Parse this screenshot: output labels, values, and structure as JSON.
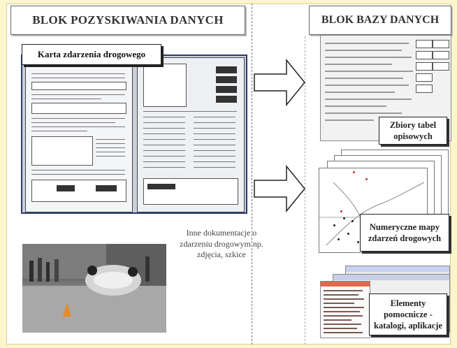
{
  "left_block": {
    "title": "BLOK POZYSKIWANIA DANYCH",
    "card_label": "Karta zdarzenia drogowego",
    "other_docs_text": "Inne dokumentacje o zdarzeniu drogowym np. zdjęcia, szkice"
  },
  "right_block": {
    "title": "BLOK BAZY DANYCH",
    "tables_label": "Zbiory tabel opisowych",
    "maps_label": "Numeryczne mapy zdarzeń drogowych",
    "aux_label": "Elementy pomocnicze - katalogi, aplikacje"
  },
  "colors": {
    "background": "#fdf6cc",
    "card_border": "#2c3a73",
    "card_fill": "#c9d0dc"
  }
}
